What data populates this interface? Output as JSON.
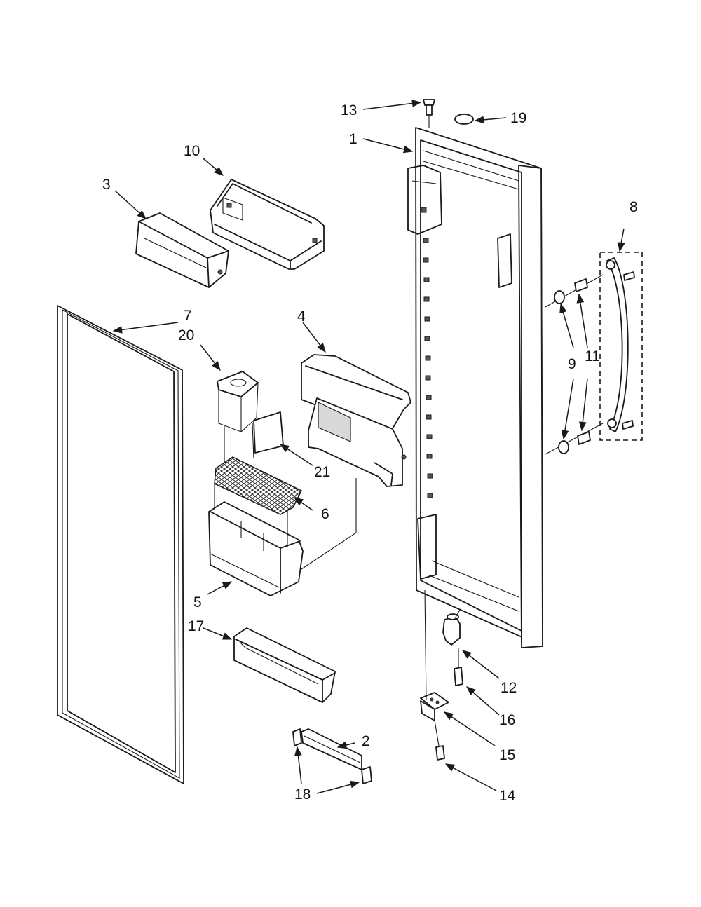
{
  "callouts": [
    "1",
    "2",
    "3",
    "4",
    "5",
    "6",
    "7",
    "8",
    "9",
    "10",
    "11",
    "12",
    "13",
    "14",
    "15",
    "16",
    "17",
    "18",
    "19",
    "20",
    "21"
  ],
  "colors": {
    "line": "#1a1a1a",
    "background": "#ffffff",
    "shade": "#d9d9d9"
  }
}
